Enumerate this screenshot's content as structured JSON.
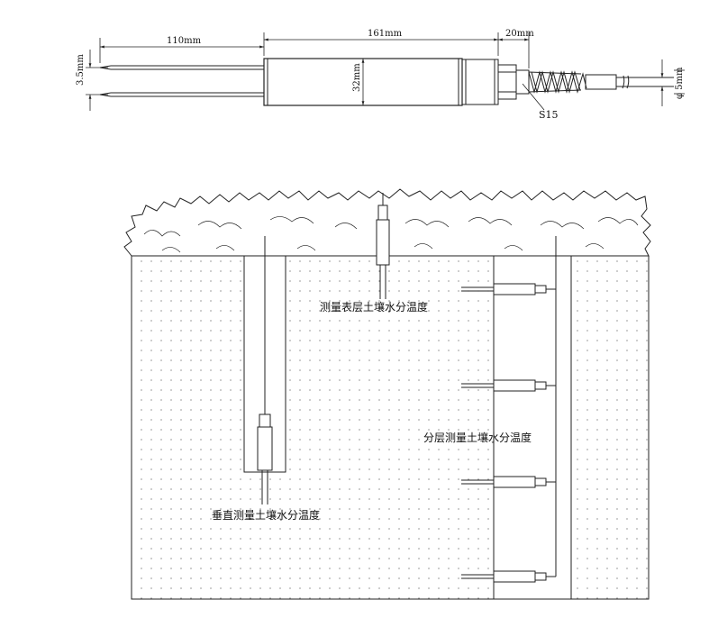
{
  "sensor_drawing": {
    "dim_needle_length": "110mm",
    "dim_body_length": "161mm",
    "dim_gland_length": "20mm",
    "dim_needle_spacing": "3.5mm",
    "dim_body_diameter": "32mm",
    "dim_cable_diameter": "φ 5mm",
    "thread_label": "S15"
  },
  "installation_diagram": {
    "label_surface": "测量表层土壤水分温度",
    "label_layered": "分层测量土壤水分温度",
    "label_vertical": "垂直测量土壤水分温度"
  }
}
